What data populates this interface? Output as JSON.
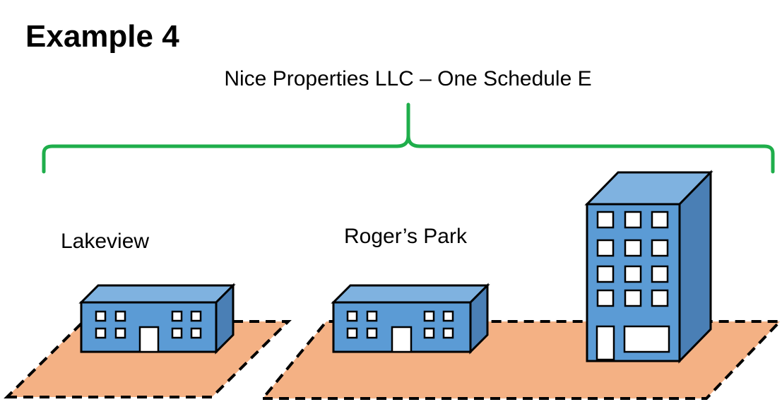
{
  "slide": {
    "title": "Example 4",
    "subtitle": "Nice Properties LLC – One Schedule E"
  },
  "properties": [
    {
      "label": "Lakeview"
    },
    {
      "label": "Roger’s Park"
    }
  ],
  "colors": {
    "bracket": "#1fae4b",
    "lot_fill": "#f4b184",
    "building_front": "#5b9bd5",
    "building_top": "#7fb2e0",
    "building_side": "#4a7fb5",
    "outline": "#000000",
    "window": "#ffffff"
  }
}
